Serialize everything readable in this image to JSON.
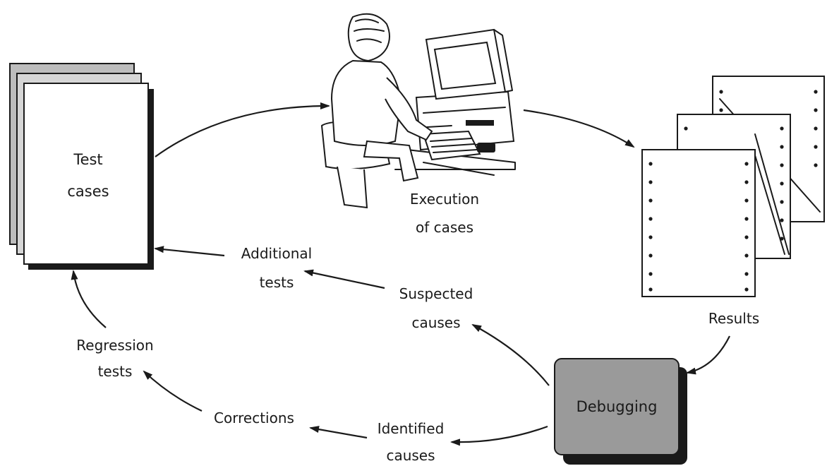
{
  "nodes": {
    "test_cases": {
      "line1": "Test",
      "line2": "cases"
    },
    "execution": {
      "line1": "Execution",
      "line2": "of cases"
    },
    "results": {
      "label": "Results"
    },
    "debugging": {
      "label": "Debugging"
    }
  },
  "edge_labels": {
    "suspected_causes": {
      "line1": "Suspected",
      "line2": "causes"
    },
    "additional_tests": {
      "line1": "Additional",
      "line2": "tests"
    },
    "identified_causes": {
      "line1": "Identified",
      "line2": "causes"
    },
    "corrections": {
      "label": "Corrections"
    },
    "regression_tests": {
      "line1": "Regression",
      "line2": "tests"
    }
  },
  "icons": {
    "test_cases": "document-stack-icon",
    "execution": "person-at-computer-icon",
    "results": "printout-stack-icon",
    "debugging": "debugging-box"
  },
  "colors": {
    "ink": "#1a1a1a",
    "debugging_box": "#9a9a9a",
    "paper_gray": "#bdbdbd"
  }
}
